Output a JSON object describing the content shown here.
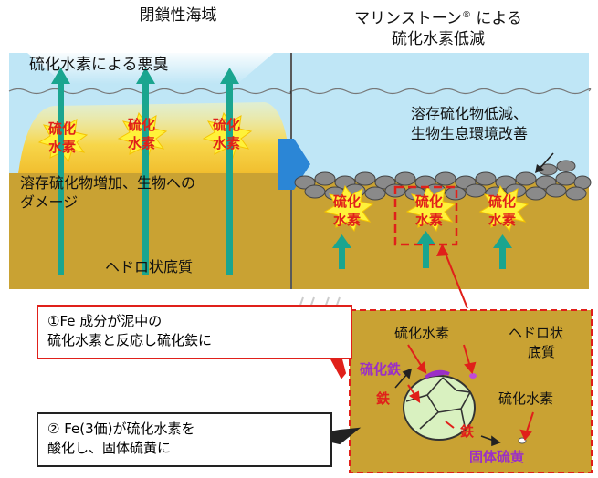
{
  "titles": {
    "left": "閉鎖性海域",
    "right_line1": "マリンストーン",
    "right_reg": "®",
    "right_line1_suffix": " による",
    "right_line2": "硫化水素低減"
  },
  "left_panel": {
    "odor": "硫化水素による悪臭",
    "burst_label": [
      "硫化",
      "水素"
    ],
    "increase_line1": "溶存硫化物増加、生物への",
    "increase_line2": "ダメージ",
    "sediment": "ヘドロ状底質"
  },
  "right_panel": {
    "improve_line1": "溶存硫化物低減、",
    "improve_line2": "生物生息環境改善",
    "burst_label": [
      "硫化",
      "水素"
    ]
  },
  "detail": {
    "h2s_top": "硫化水素",
    "sediment_line1": "ヘドロ状",
    "sediment_line2": "底質",
    "iron_sulfide": "硫化鉄",
    "iron_a": "鉄",
    "h2s_right": "硫化水素",
    "iron_b": "鉄",
    "solid_sulfur": "固体硫黄"
  },
  "callouts": {
    "one_line1": "①Fe 成分が泥中の",
    "one_line2": "硫化水素と反応し硫化鉄に",
    "two_line1": "② Fe(3価)が硫化水素を",
    "two_line2": "酸化し、固体硫黄に"
  },
  "colors": {
    "water": "#bfe6f6",
    "sediment": "#c9a233",
    "arrow": "#1aa58f",
    "red": "#e0201a",
    "purple": "#9b2fc7",
    "yellow_glow": "#f7d64a",
    "burst": "#fff23a"
  }
}
